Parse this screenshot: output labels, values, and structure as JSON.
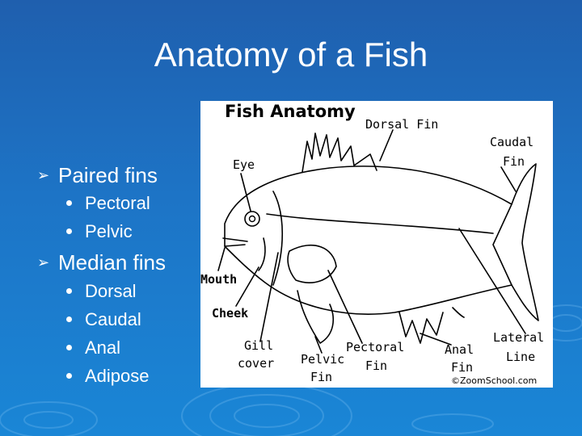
{
  "slide": {
    "title": "Anatomy of a Fish",
    "bullets": [
      {
        "label": "Paired fins",
        "subitems": [
          "Pectoral",
          "Pelvic"
        ]
      },
      {
        "label": "Median fins",
        "subitems": [
          "Dorsal",
          "Caudal",
          "Anal",
          "Adipose"
        ]
      }
    ]
  },
  "figure": {
    "title": "Fish Anatomy",
    "labels": {
      "dorsal_fin": "Dorsal Fin",
      "caudal_1": "Caudal",
      "caudal_2": "Fin",
      "eye": "Eye",
      "mouth": "Mouth",
      "cheek": "Cheek",
      "gill_1": "Gill",
      "gill_2": "cover",
      "pelvic_1": "Pelvic",
      "pelvic_2": "Fin",
      "pectoral_1": "Pectoral",
      "pectoral_2": "Fin",
      "anal_1": "Anal",
      "anal_2": "Fin",
      "lateral_1": "Lateral",
      "lateral_2": "Line"
    },
    "credit": "©ZoomSchool.com"
  },
  "colors": {
    "background_top": "#1f5fae",
    "background_bottom": "#1a86d6",
    "text": "#ffffff"
  }
}
